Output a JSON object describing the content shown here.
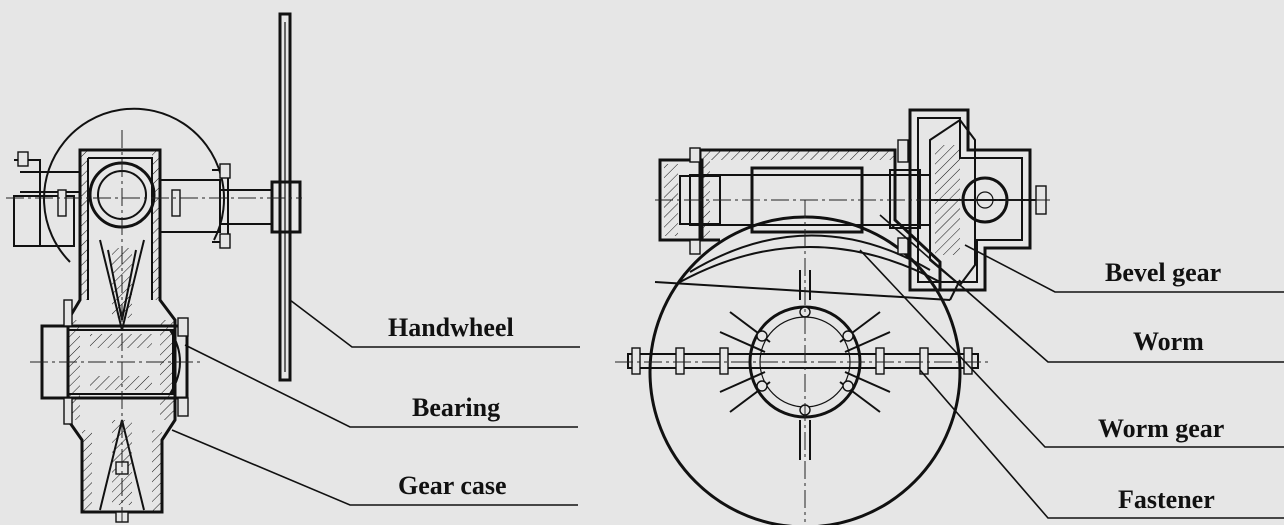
{
  "labels": {
    "handwheel": "Handwheel",
    "bearing": "Bearing",
    "gear_case": "Gear case",
    "bevel_gear": "Bevel gear",
    "worm": "Worm",
    "worm_gear": "Worm gear",
    "fastener": "Fastener"
  },
  "colors": {
    "background": "#e6e6e6",
    "ink": "#111111"
  }
}
